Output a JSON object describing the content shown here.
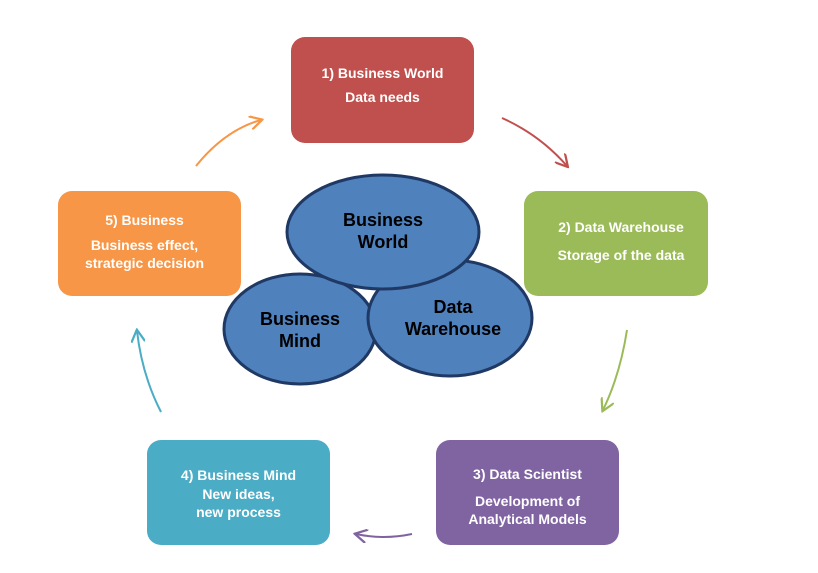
{
  "colors": {
    "step1": "#c0504d",
    "step2": "#9bbb59",
    "step3": "#8064a2",
    "step4": "#4bacc6",
    "step5": "#f79646",
    "ellipse_fill": "#4f81bd",
    "ellipse_border": "#1f3864"
  },
  "steps": [
    {
      "title": "1) Business World",
      "detail": "Data needs"
    },
    {
      "title": "2) Data Warehouse",
      "detail": "Storage of the data"
    },
    {
      "title": "3) Data Scientist",
      "detail": "Development of\nAnalytical Models"
    },
    {
      "title": "4) Business Mind",
      "detail": "New ideas,\n new process"
    },
    {
      "title": "5) Business",
      "detail": "Business effect,\nstrategic decision"
    }
  ],
  "center": {
    "business_world": "Business\nWorld",
    "business_mind": "Business\nMind",
    "data_warehouse": "Data\nWarehouse"
  },
  "icons": [
    "arrow-icon",
    "arrow-icon",
    "arrow-icon",
    "arrow-icon",
    "arrow-icon"
  ]
}
